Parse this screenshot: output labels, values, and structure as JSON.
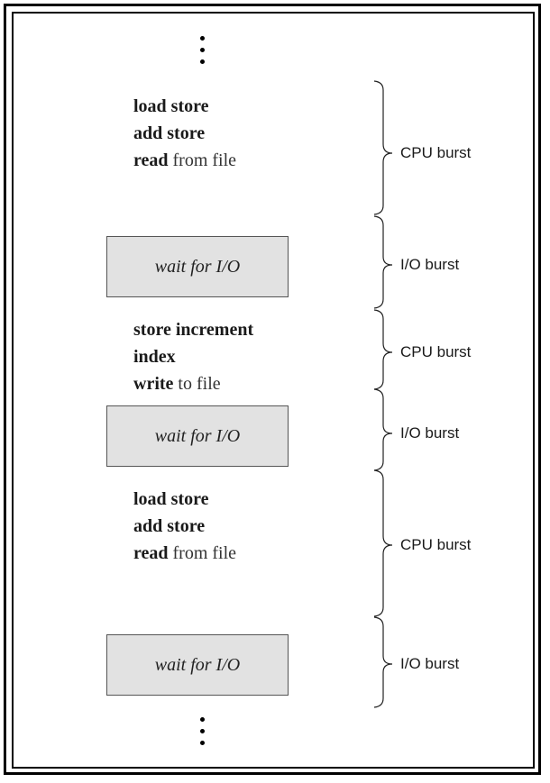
{
  "blocks": {
    "cpu1": [
      {
        "kw": "load store",
        "rest": ""
      },
      {
        "kw": "add store",
        "rest": ""
      },
      {
        "kw": "read",
        "rest": " from file"
      }
    ],
    "cpu2": [
      {
        "kw": "store increment",
        "rest": ""
      },
      {
        "kw": "index",
        "rest": ""
      },
      {
        "kw": "write",
        "rest": " to file"
      }
    ],
    "cpu3": [
      {
        "kw": "load store",
        "rest": ""
      },
      {
        "kw": "add store",
        "rest": ""
      },
      {
        "kw": "read",
        "rest": " from file"
      }
    ]
  },
  "io_boxes": [
    "wait for I/O",
    "wait for I/O",
    "wait for I/O"
  ],
  "burst_labels": [
    "CPU burst",
    "I/O burst",
    "CPU burst",
    "I/O burst",
    "CPU burst",
    "I/O burst"
  ]
}
